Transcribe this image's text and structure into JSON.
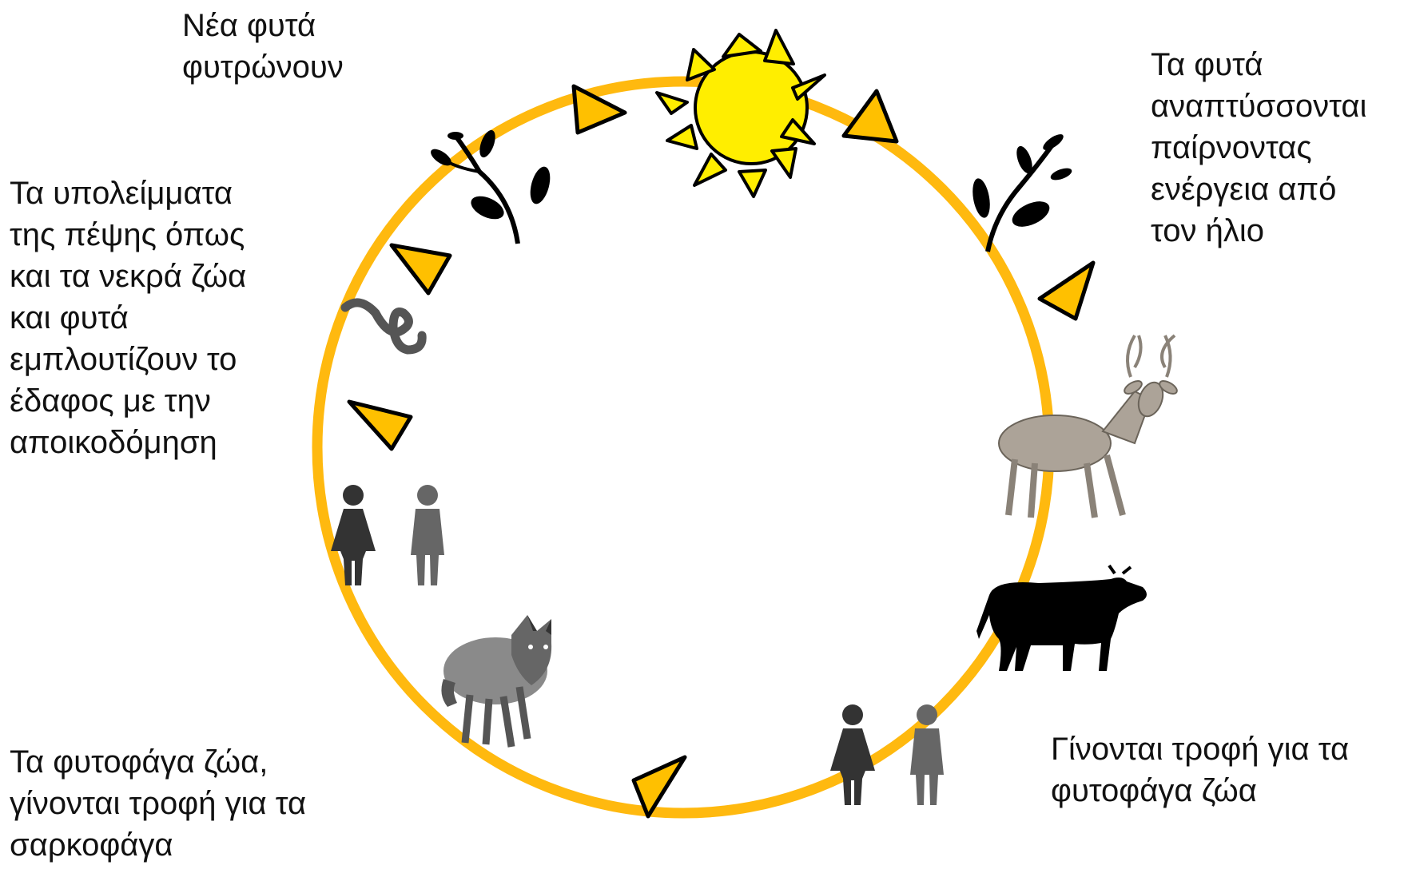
{
  "labels": {
    "new_plants": "Νέα φυτά\nφυτρώνουν",
    "plants_grow": "Τα φυτά\nαναπτύσσονται\nπαίρνοντας\nενέργεια από\nτον ήλιο",
    "food_herbivores": "Γίνονται τροφή για τα\nφυτοφάγα ζώα",
    "herbivores_food_carnivores": "Τα φυτοφάγα ζώα,\nγίνονται τροφή για τα\nσαρκοφάγα",
    "decomposition": "Τα υπολείμματα\nτης πέψης όπως\nκαι τα νεκρά ζώα\nκαι φυτά\nεμπλουτίζουν το\nέδαφος με την\nαποικοδόμηση"
  },
  "colors": {
    "cycle": "#FFB90F",
    "arrow": "#FFC000",
    "sun": "#FFEE00",
    "outline": "#000000"
  },
  "icons": [
    "sun-icon",
    "plant-icon",
    "deer-icon",
    "cow-icon",
    "people-icon",
    "wolf-icon",
    "worm-icon"
  ]
}
